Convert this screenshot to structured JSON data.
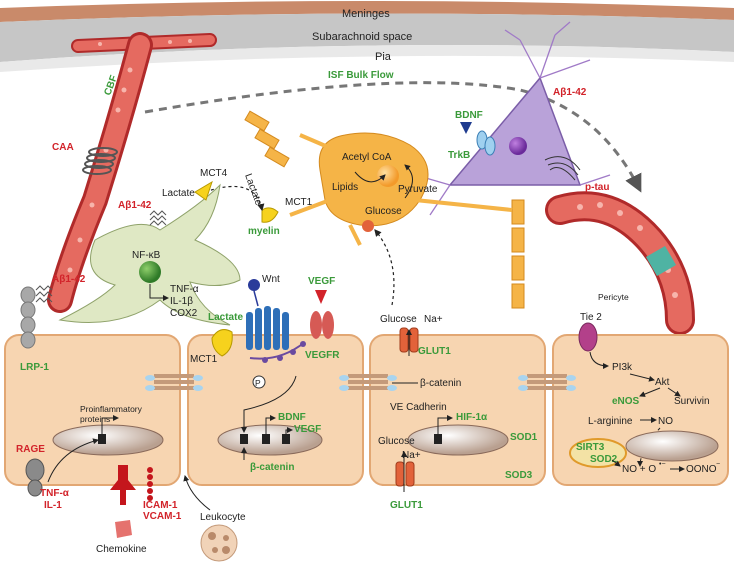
{
  "layers": {
    "meninges": "Meninges",
    "subarachnoid": "Subarachnoid space",
    "pia": "Pia"
  },
  "vessel_labels": {
    "cbf": "CBF",
    "caa": "CAA",
    "isf_bulk_flow": "ISF Bulk Flow",
    "pericyte": "Pericyte"
  },
  "neuron": {
    "abeta": "Aβ1-42",
    "bdnf": "BDNF",
    "trkb": "TrkB",
    "ptau": "p-tau"
  },
  "oligodendrocyte": {
    "acetyl_coa": "Acetyl CoA",
    "lipids": "Lipids",
    "pyruvate": "Pyruvate",
    "glucose": "Glucose",
    "mct1": "MCT1",
    "myelin": "myelin",
    "lactate": "Lactate"
  },
  "astrocyte": {
    "lactate": "Lactate",
    "mct4": "MCT4",
    "abeta": "Aβ1-42",
    "nfkb": "NF-κB",
    "tnf": "TNF-α",
    "il1b": "IL-1β",
    "cox2": "COX2"
  },
  "panel1": {
    "abeta": "Aβ1-42",
    "lrp1": "LRP-1",
    "rage": "RAGE",
    "proinflammatory": "Proinflammatory",
    "proteins": "proteins",
    "tnf": "TNF-α",
    "il1": "IL-1",
    "icam": "ICAM-1",
    "vcam": "VCAM-1",
    "chemokine": "Chemokine",
    "leukocyte": "Leukocyte"
  },
  "panel2": {
    "wnt": "Wnt",
    "vegf_top": "VEGF",
    "vegfr": "VEGFR",
    "lactate": "Lactate",
    "mct1": "MCT1",
    "p": "P",
    "bdnf": "BDNF",
    "vegf": "VEGF",
    "bcatenin": "β-catenin"
  },
  "panel3": {
    "glucose_top": "Glucose",
    "na_top": "Na+",
    "glut1_top": "GLUT1",
    "bcatenin": "β-catenin",
    "ve_cadherin": "VE Cadherin",
    "hif": "HIF-1α",
    "sod1": "SOD1",
    "glucose_bottom": "Glucose",
    "na_bottom": "Na+",
    "glut1_bottom": "GLUT1",
    "sod3": "SOD3"
  },
  "panel4": {
    "tie2": "Tie 2",
    "pi3k": "PI3k",
    "akt": "Akt",
    "enos": "eNOS",
    "survivin": "Survivin",
    "larginine": "L-arginine",
    "no": "NO",
    "sirt3": "SIRT3",
    "sod2": "SOD2",
    "no_eq": "NO + O",
    "onoo": "OONO"
  },
  "colors": {
    "red_label": "#d2232a",
    "green_label": "#3a9a3a",
    "cell_fill": "#f7d5b1",
    "astrocyte": "#dfe8c4",
    "oligodendrocyte": "#f5b447",
    "neuron": "#b9a2d9",
    "vessel": "#d7453f"
  }
}
